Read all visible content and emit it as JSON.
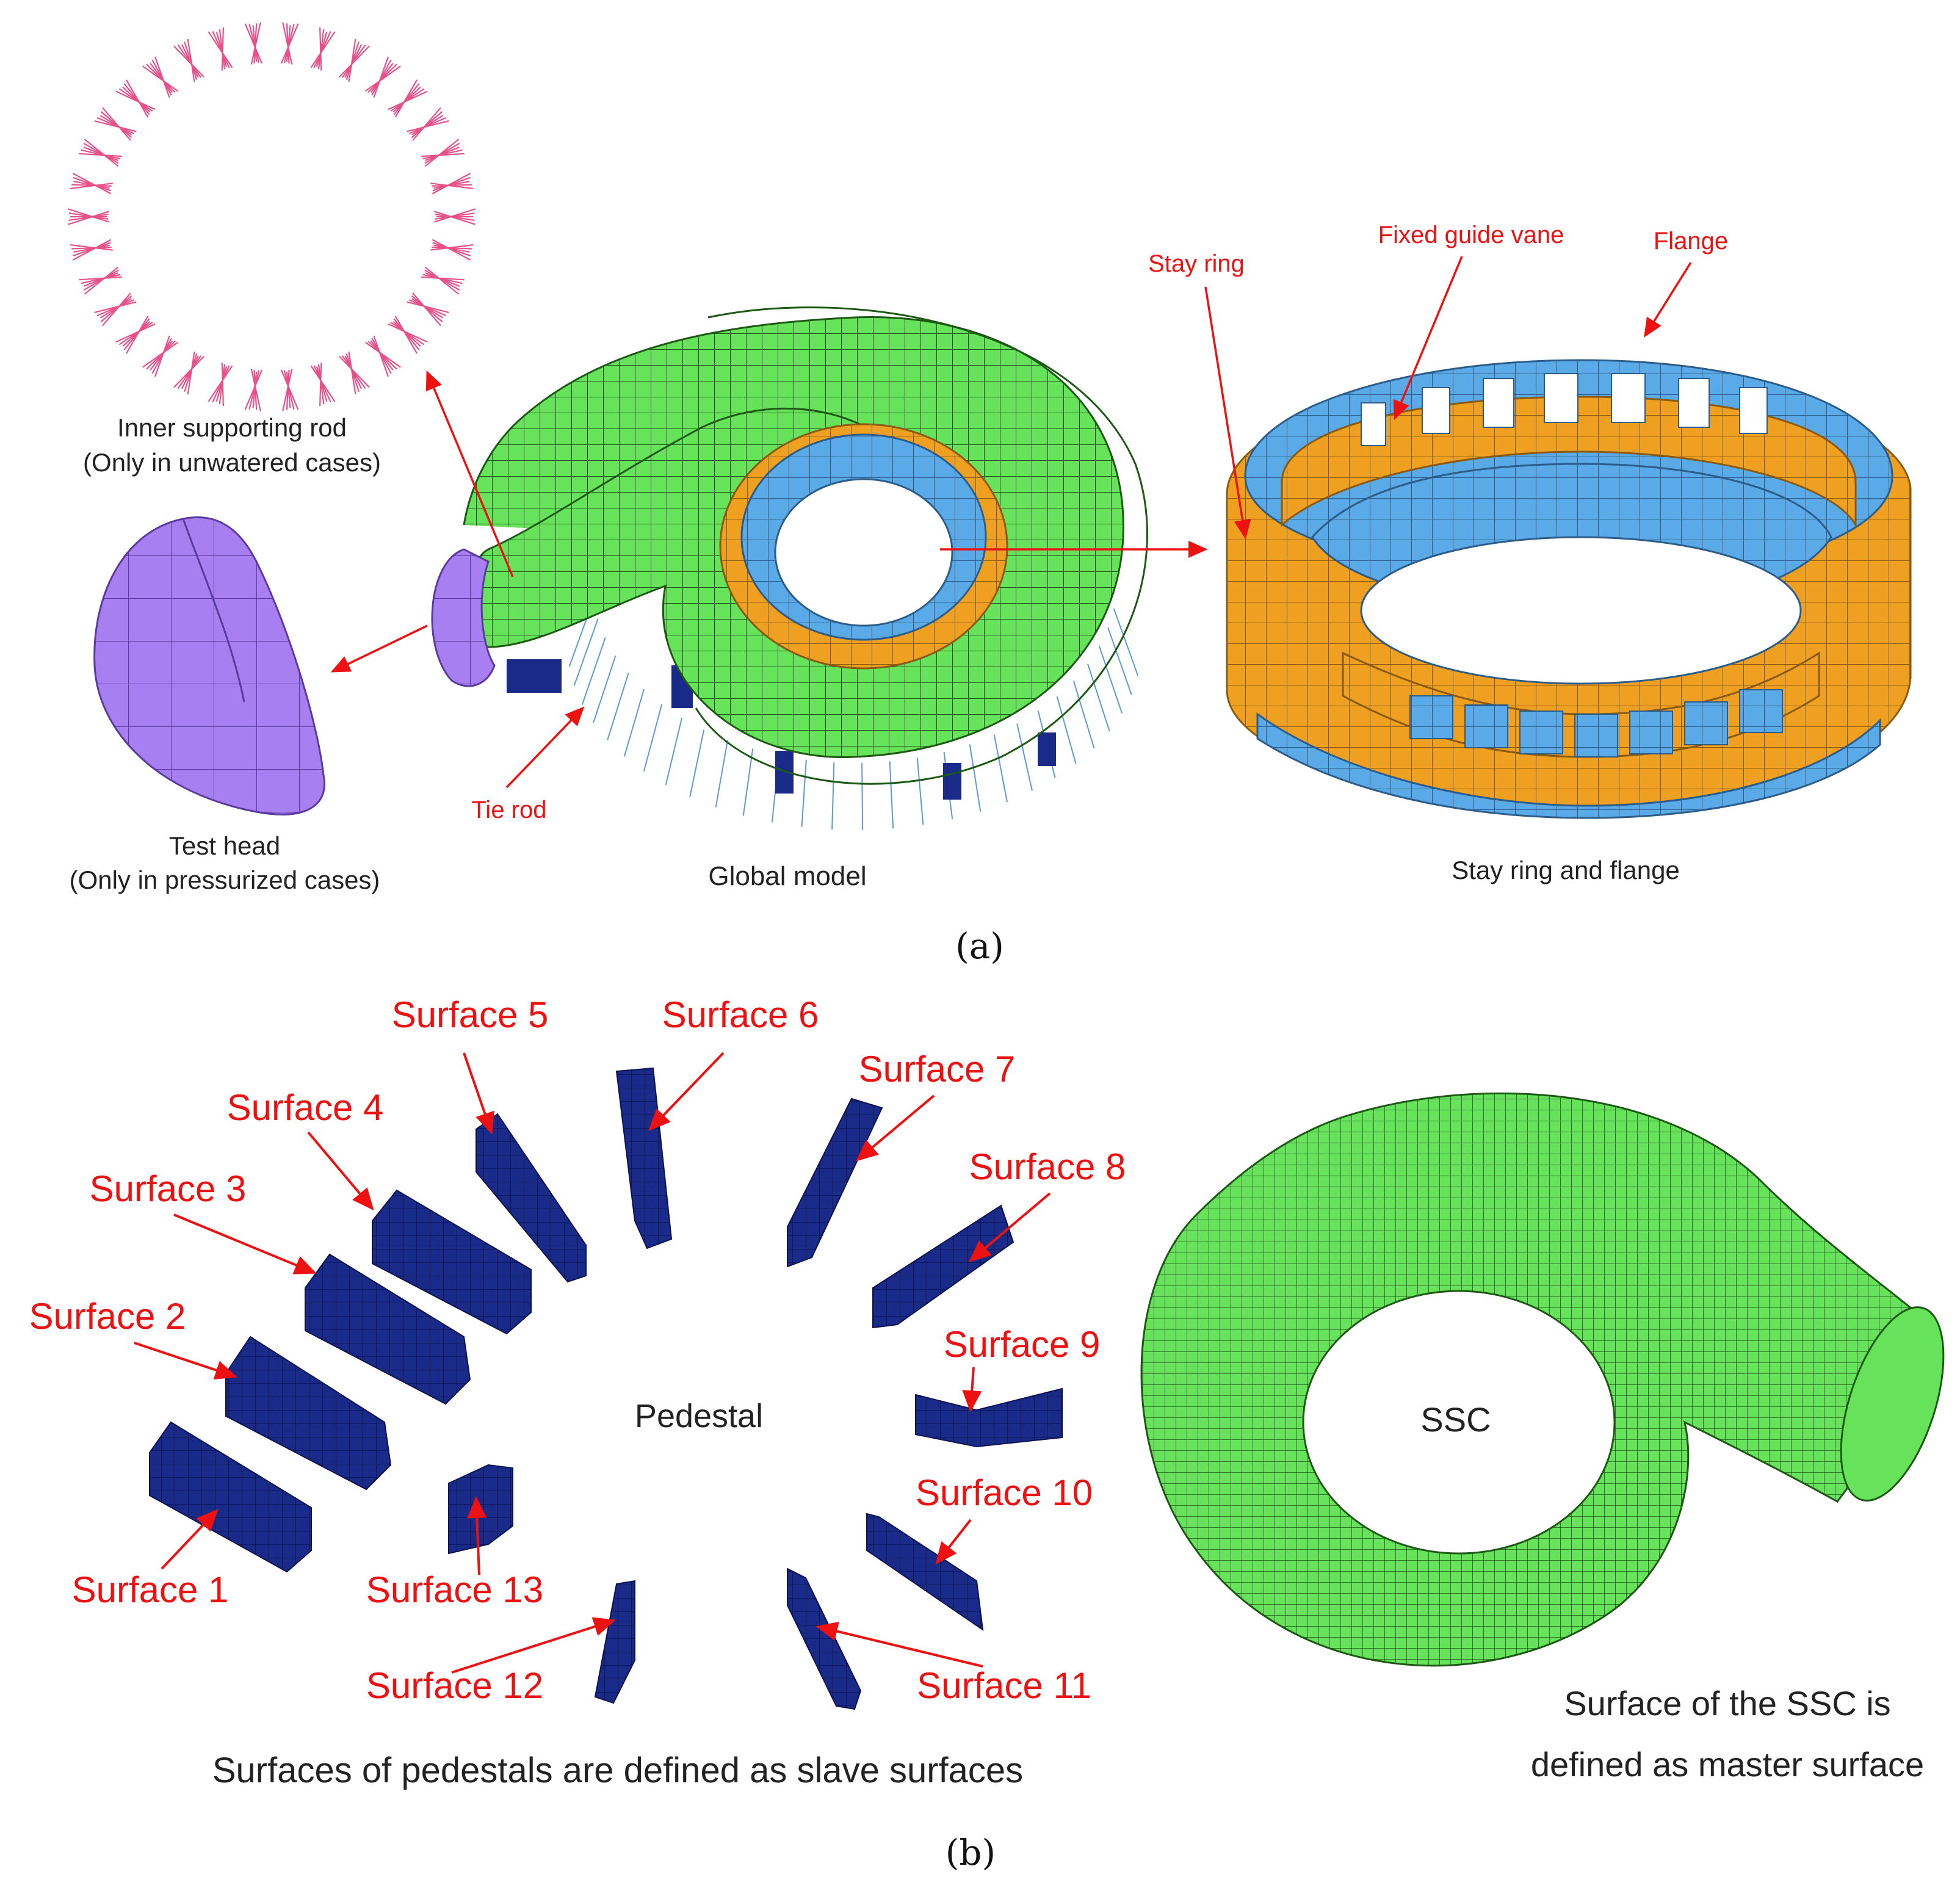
{
  "panel_a": {
    "caption": "(a)",
    "inner_rod_label": [
      "Inner supporting rod",
      "(Only in unwatered cases)"
    ],
    "test_head_label": [
      "Test head",
      "(Only in pressurized cases)"
    ],
    "tie_rod_label": "Tie rod",
    "global_model_label": "Global model",
    "stay_ring_label": "Stay ring",
    "guide_vane_label": "Fixed guide vane",
    "flange_label": "Flange",
    "stay_ring_flange_label": "Stay ring and flange"
  },
  "panel_b": {
    "caption": "(b)",
    "pedestal_label": "Pedestal",
    "ssc_label": "SSC",
    "surfaces": [
      "Surface 1",
      "Surface 2",
      "Surface 3",
      "Surface 4",
      "Surface 5",
      "Surface 6",
      "Surface 7",
      "Surface 8",
      "Surface 9",
      "Surface 10",
      "Surface 11",
      "Surface 12",
      "Surface 13"
    ],
    "slave_caption": "Surfaces of pedestals are defined as slave surfaces",
    "master_caption": [
      "Surface of the SSC is",
      "defined as master surface"
    ]
  },
  "colors": {
    "scroll_casing": "#66e35a",
    "scroll_mesh": "#1c5a14",
    "test_head": "#a87ff0",
    "stay_ring": "#f0a020",
    "flange": "#5aaae8",
    "pedestal": "#1a2a88",
    "annotation": "#ee1111",
    "rod": "#e8508a",
    "tie_rod": "#5a9ad8"
  }
}
